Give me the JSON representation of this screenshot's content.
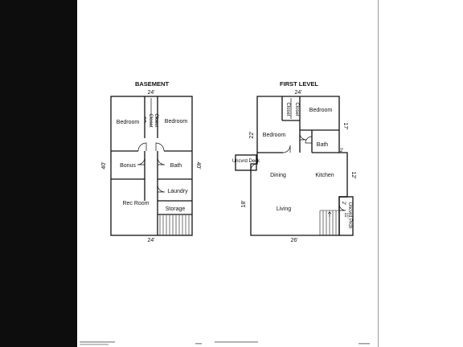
{
  "colors": {
    "page_bg": "#ffffff",
    "outer_bg": "#0d0d0d",
    "ink": "#111111"
  },
  "basement": {
    "title": "BASEMENT",
    "dim_top": "24'",
    "dim_bottom": "24'",
    "dim_left": "40'",
    "dim_right": "40'",
    "rooms": {
      "bedroom_left": "Bedroom",
      "bedroom_right": "Bedroom",
      "closet_a": "Closet",
      "closet_b": "Closet",
      "bonus": "Bonus",
      "bath": "Bath",
      "laundry": "Laundry",
      "rec_room": "Rec Room",
      "storage": "Storage"
    }
  },
  "first_level": {
    "title": "FIRST LEVEL",
    "dim_top": "24'",
    "dim_bottom": "26'",
    "dim_22": "22'",
    "dim_17": "17'",
    "dim_2a": "2'",
    "dim_12": "12'",
    "dim_18": "18'",
    "dim_2b": "2'",
    "dim_11": "11'",
    "rooms": {
      "closet_a": "Closet",
      "closet_b": "Closet",
      "bedroom_top": "Bedroom",
      "bedroom_left": "Bedroom",
      "bath": "Bath",
      "deck": "Uncvrd Deck",
      "dining": "Dining",
      "kitchen": "Kitchen",
      "living": "Living",
      "porch": "Uncvrd Prch"
    }
  }
}
